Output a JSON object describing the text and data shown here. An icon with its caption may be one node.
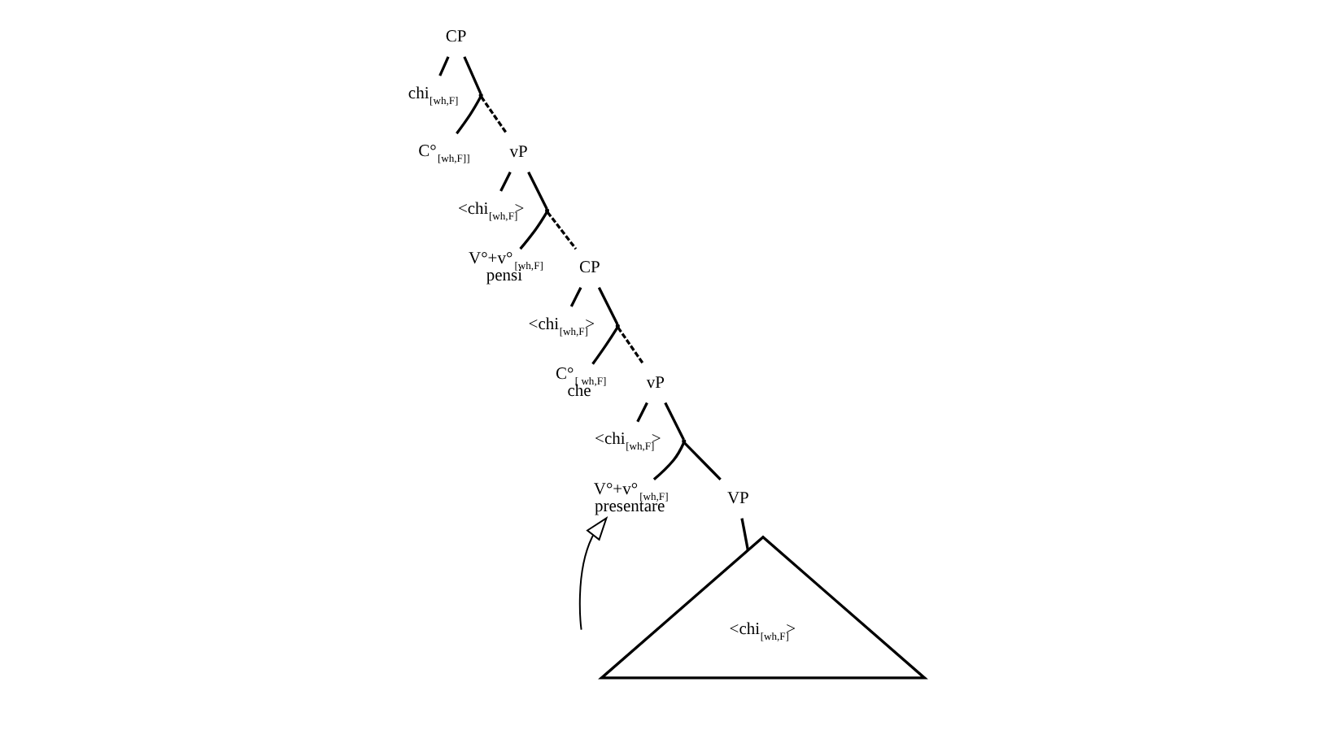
{
  "diagram": {
    "nodes": [
      {
        "text": [
          "CP"
        ]
      },
      {
        "text": [
          "chi$_{[wh,F]}$"
        ]
      },
      {
        "text": [],
        "shape": "point"
      },
      {
        "text": [
          "C°$_{[wh,F]]}$"
        ]
      },
      {
        "text": [
          "vP"
        ]
      },
      {
        "text": [
          "<chi$_{[wh,F]}$>"
        ]
      },
      {
        "text": [],
        "shape": "point"
      },
      {
        "text": [
          "V°+v°$_{[wh,F]}$",
          "pensi"
        ]
      },
      {
        "text": [
          "CP"
        ]
      },
      {
        "text": [
          "<chi$_{[wh,F]}$>"
        ]
      },
      {
        "text": [],
        "shape": "point"
      },
      {
        "text": [
          "C°$_{[ wh,F]}$",
          "che"
        ]
      },
      {
        "text": [
          "vP"
        ]
      },
      {
        "text": [
          "<chi$_{[wh,F]}$>"
        ]
      },
      {
        "text": [],
        "shape": "point"
      },
      {
        "text": [
          "V°+v°$_{[wh,F]}$",
          "presentare"
        ]
      },
      {
        "text": [
          "VP"
        ]
      },
      {
        "text": [
          "<chi$_{[wh,F]}$>"
        ]
      }
    ],
    "edges": [
      {
        "from": 0,
        "to": 1,
        "arrow": "none"
      },
      {
        "from": 0,
        "to": 2,
        "arrow": "none"
      },
      {
        "from": 2,
        "to": 3,
        "arrow": "none"
      },
      {
        "from": 2,
        "to": 4,
        "arrow": "none",
        "style": "dashed"
      },
      {
        "from": 4,
        "to": 5,
        "arrow": "none"
      },
      {
        "from": 4,
        "to": 6,
        "arrow": "none"
      },
      {
        "from": 6,
        "to": 7,
        "arrow": "none"
      },
      {
        "from": 6,
        "to": 8,
        "arrow": "none",
        "style": "dashed"
      },
      {
        "from": 8,
        "to": 9,
        "arrow": "none"
      },
      {
        "from": 8,
        "to": 10,
        "arrow": "none"
      },
      {
        "from": 10,
        "to": 11,
        "arrow": "none"
      },
      {
        "from": 10,
        "to": 12,
        "arrow": "none",
        "style": "dashed"
      },
      {
        "from": 12,
        "to": 13,
        "arrow": "none"
      },
      {
        "from": 12,
        "to": 14,
        "arrow": "none"
      },
      {
        "from": 14,
        "to": 15,
        "arrow": "none"
      },
      {
        "from": 14,
        "to": 16,
        "arrow": "none"
      },
      {
        "from": 16,
        "to": 17,
        "arrow": "none"
      },
      {
        "from": null,
        "to": 15,
        "arrow": "to"
      }
    ]
  }
}
